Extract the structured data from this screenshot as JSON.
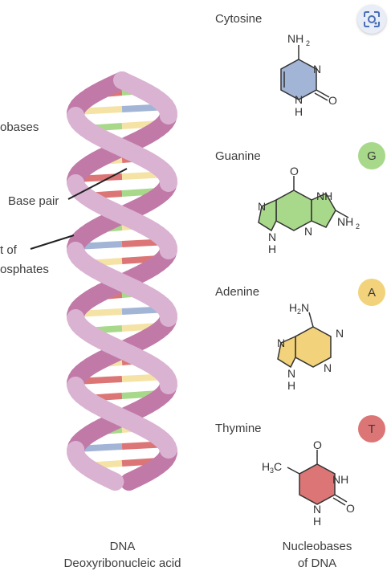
{
  "labels": {
    "nucleobases_cut": "obases",
    "base_pair": "Base pair",
    "backbone_line1": "t of",
    "backbone_line2": "osphates"
  },
  "bottom": {
    "dna_title": "DNA",
    "dna_subtitle": "Deoxyribonucleic acid",
    "nb_line1": "Nucleobases",
    "nb_line2": "of DNA"
  },
  "bases": [
    {
      "name": "Cytosine",
      "badge": "",
      "color": "#a3b5d6"
    },
    {
      "name": "Guanine",
      "badge": "G",
      "color": "#a8d98a"
    },
    {
      "name": "Adenine",
      "badge": "A",
      "color": "#f2d27a"
    },
    {
      "name": "Thymine",
      "badge": "T",
      "color": "#dc7676"
    }
  ],
  "atoms": {
    "cytosine": {
      "nh2": "NH",
      "sub2": "2",
      "n_ring": "N",
      "nh": "N",
      "h": "H",
      "o": "O"
    },
    "guanine": {
      "o": "O",
      "nh": "NH",
      "nh2": "NH",
      "sub2": "2",
      "n_left": "N",
      "n_bottom": "N",
      "nh_bottom": "N",
      "h": "H"
    },
    "adenine": {
      "h2n": "H",
      "sub2": "2",
      "n_after": "N",
      "n_right": "N",
      "n_left": "N",
      "n_bottom": "N",
      "nh_bottom": "N",
      "h": "H"
    },
    "thymine": {
      "o_top": "O",
      "h3c": "H",
      "sub3": "3",
      "c_after": "C",
      "nh": "NH",
      "n_bottom": "N",
      "h": "H",
      "o": "O"
    }
  },
  "colors": {
    "strand_light": "#dab3d2",
    "strand_dark": "#c17aa8",
    "rung_red": "#dc7676",
    "rung_yellow": "#f5e3a6",
    "rung_green": "#a8d98a",
    "rung_blue": "#a3b5d6"
  },
  "icons": {
    "lens_button": "google-lens-icon"
  }
}
